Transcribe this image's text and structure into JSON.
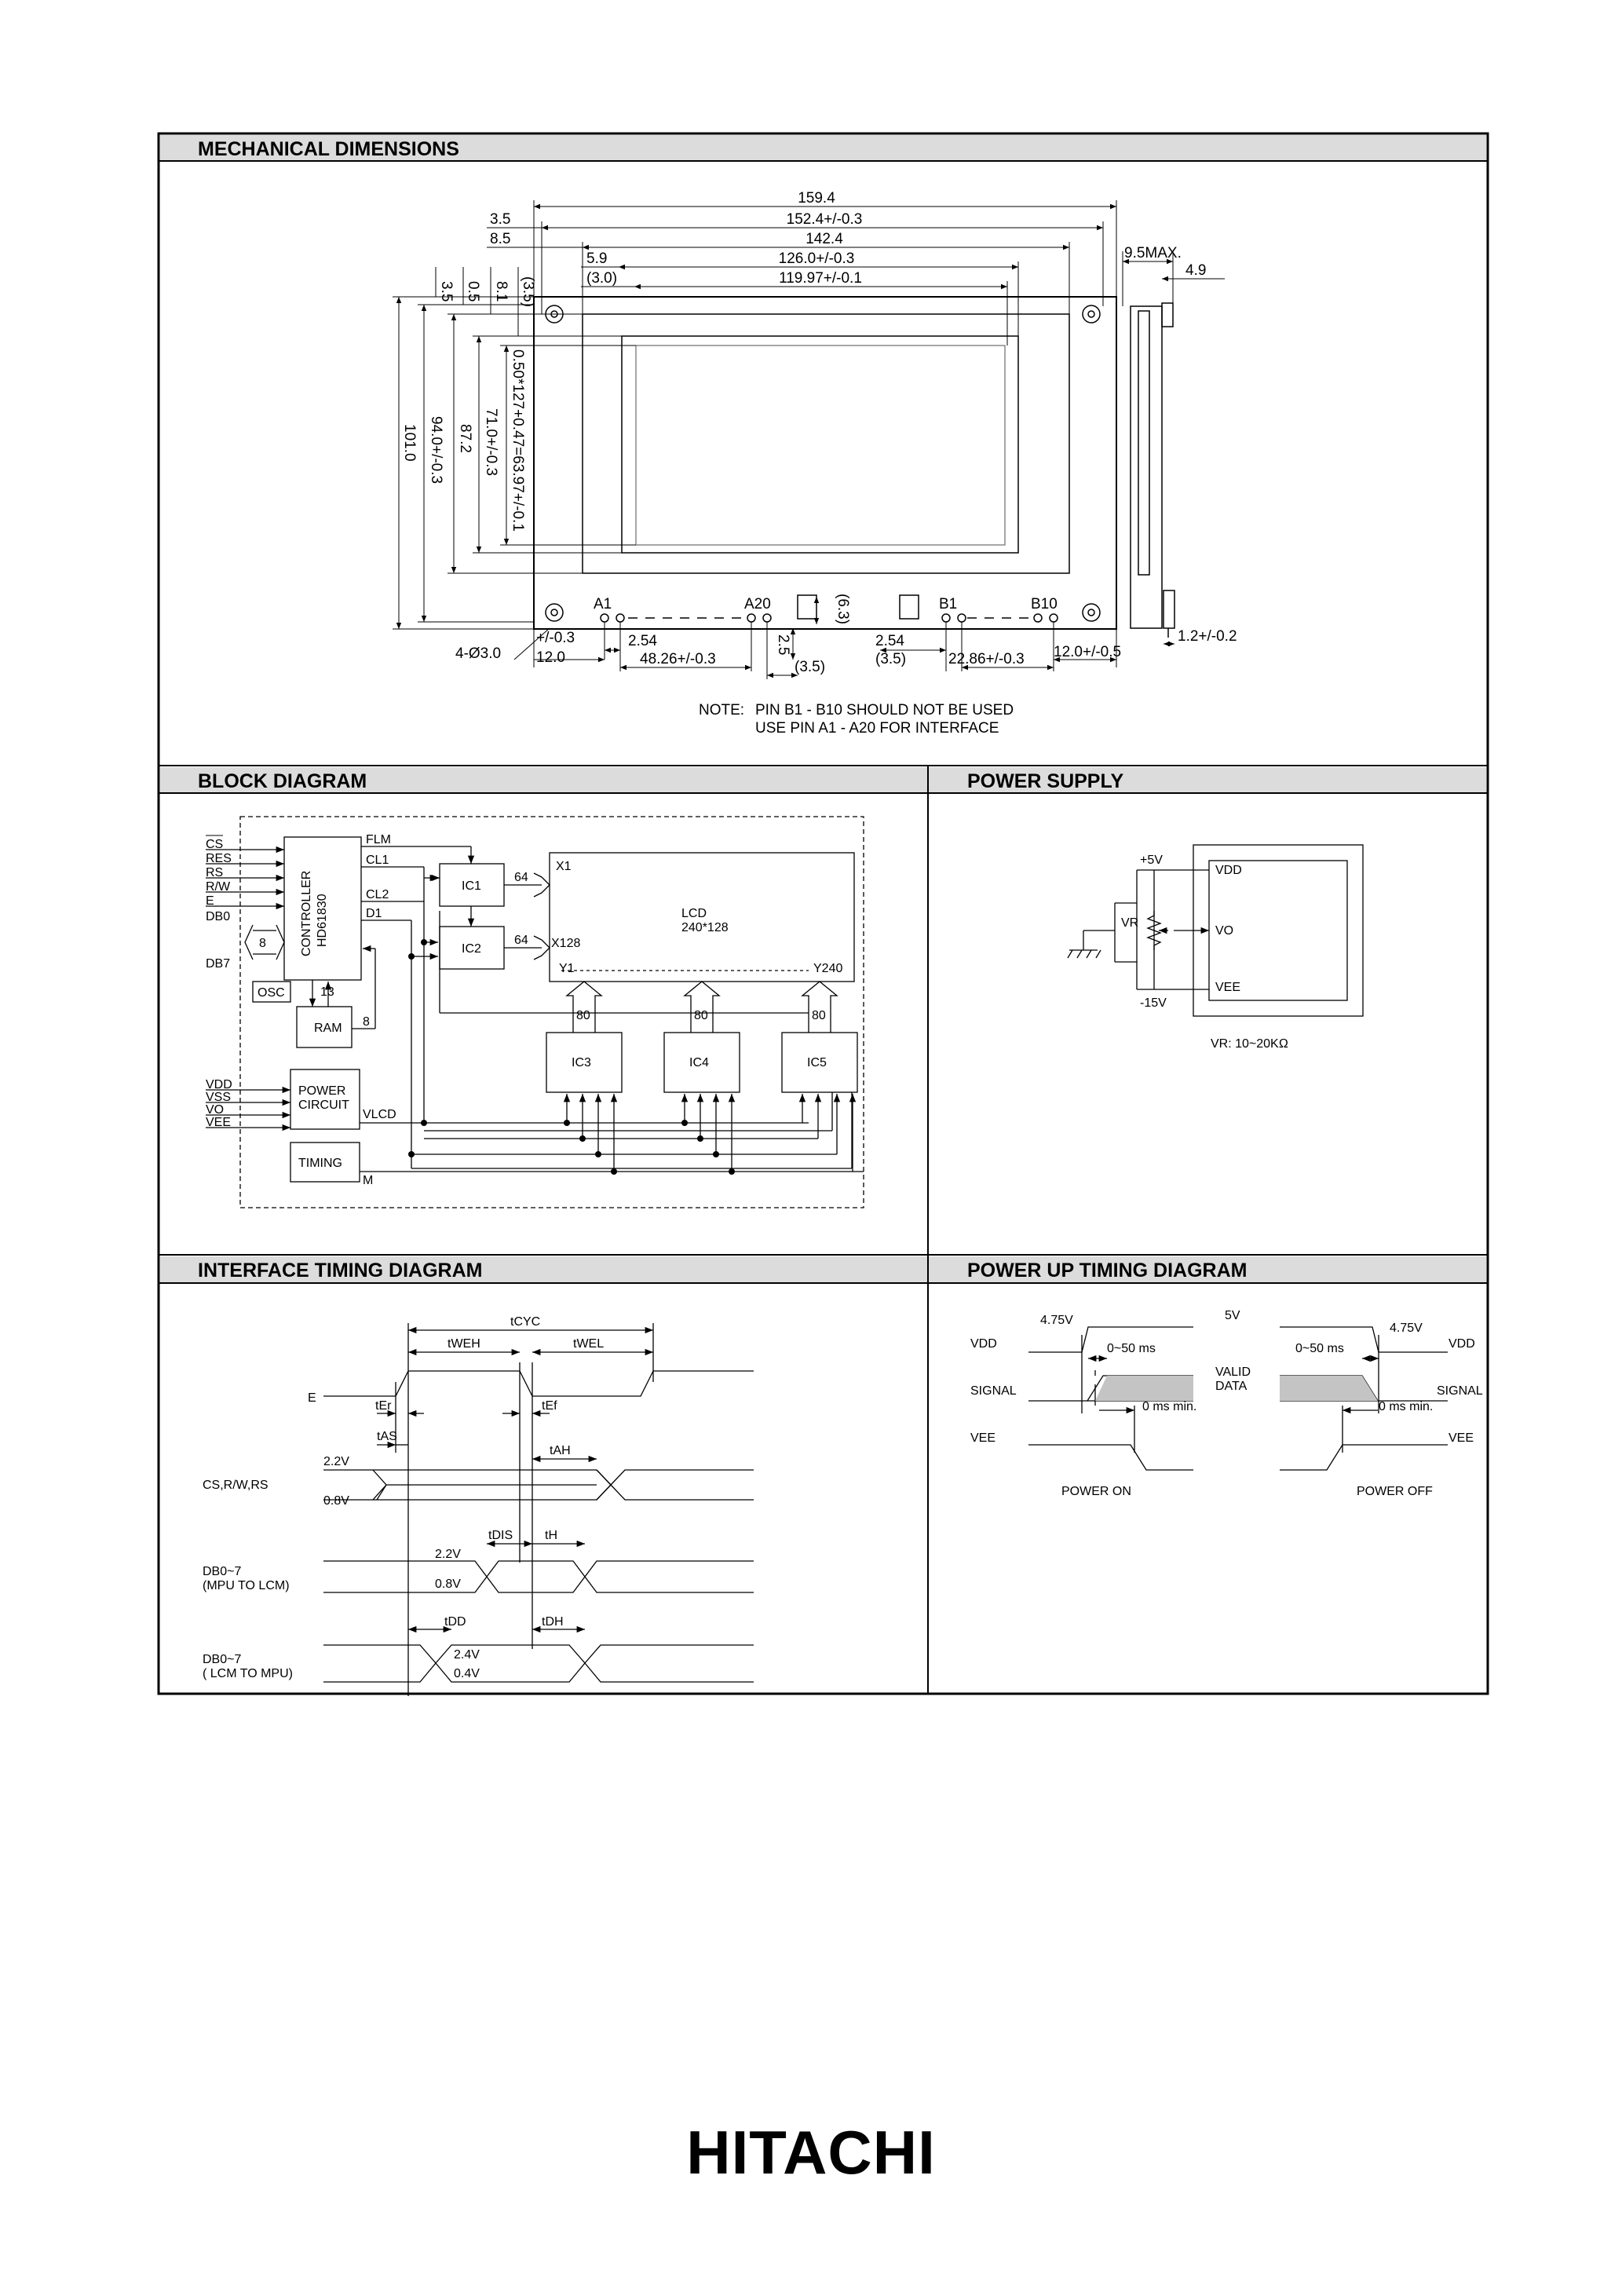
{
  "sections": {
    "mechanical": "MECHANICAL DIMENSIONS",
    "block": "BLOCK DIAGRAM",
    "power": "POWER SUPPLY",
    "interface": "INTERFACE TIMING DIAGRAM",
    "powerup": "POWER UP TIMING DIAGRAM"
  },
  "mechanical": {
    "top_dims": [
      "159.4",
      "152.4+/-0.3",
      "142.4",
      "126.0+/-0.3",
      "119.97+/-0.1"
    ],
    "left_top_dims": [
      "3.5",
      "8.5",
      "5.9",
      "(3.0)"
    ],
    "right_dims": [
      "9.5MAX.",
      "4.9"
    ],
    "vertical_dims": [
      "3.5",
      "0.5",
      "8.1",
      "(3.5)",
      "101.0",
      "94.0+/-0.3",
      "87.2",
      "71.0+/-0.3",
      "0.50*127+0.47=63.97+/-0.1"
    ],
    "pins": [
      "A1",
      "A20",
      "B1",
      "B10"
    ],
    "pin_gap": "(6.3)",
    "bottom_dims": [
      "4-Ø3.0",
      "+/-0.3",
      "12.0",
      "2.54",
      "48.26+/-0.3",
      "2.5",
      "(3.5)",
      "2.54",
      "(3.5)",
      "22.86+/-0.3",
      "12.0+/-0.5",
      "1.2+/-0.2"
    ],
    "note_label": "NOTE:",
    "note_line1": "PIN B1 - B10 SHOULD NOT BE USED",
    "note_line2": "USE PIN A1 - A20 FOR INTERFACE"
  },
  "block": {
    "inputs": [
      "CS",
      "RES",
      "RS",
      "R/W",
      "E",
      "DB0",
      "DB7"
    ],
    "bus_width_db": "8",
    "controller_line1": "CONTROLLER",
    "controller_line2": "HD61830",
    "signals": [
      "FLM",
      "CL1",
      "CL2",
      "D1"
    ],
    "osc": "OSC",
    "ram": "RAM",
    "bus_13": "13",
    "bus_8": "8",
    "ic1": "IC1",
    "ic2": "IC2",
    "ic3": "IC3",
    "ic4": "IC4",
    "ic5": "IC5",
    "bus_64": "64",
    "bus_80": "80",
    "lcd_title": "LCD",
    "lcd_size": "240*128",
    "x1": "X1",
    "x128": "X128",
    "y1": "Y1",
    "y240": "Y240",
    "power_inputs": [
      "VDD",
      "VSS",
      "VO",
      "VEE"
    ],
    "power_line1": "POWER",
    "power_line2": "CIRCUIT",
    "vlcd": "VLCD",
    "timing": "TIMING",
    "m": "M"
  },
  "power": {
    "plus5v": "+5V",
    "minus15v": "-15V",
    "vr": "VR",
    "vdd": "VDD",
    "vo": "VO",
    "vee": "VEE",
    "note": "VR:  10~20KΩ"
  },
  "interface": {
    "tcyc": "tCYC",
    "tweh": "tWEH",
    "twel": "tWEL",
    "e": "E",
    "ter": "tEr",
    "tef": "tEf",
    "tas": "tAS",
    "tah": "tAH",
    "cs": "CS,R/W,RS",
    "v22a": "2.2V",
    "v08a": "0.8V",
    "tdis": "tDIS",
    "th": "tH",
    "db_in1": "DB0~7",
    "db_in2": "(MPU TO LCM)",
    "v22b": "2.2V",
    "v08b": "0.8V",
    "tdd": "tDD",
    "tdh": "tDH",
    "db_out1": "DB0~7",
    "db_out2": "( LCM TO MPU)",
    "v24": "2.4V",
    "v04": "0.4V"
  },
  "powerup": {
    "v475a": "4.75V",
    "v475b": "4.75V",
    "v5": "5V",
    "vdd_l": "VDD",
    "vdd_r": "VDD",
    "ms50a": "0~50 ms",
    "ms50b": "0~50 ms",
    "valid1": "VALID",
    "valid2": "DATA",
    "signal_l": "SIGNAL",
    "signal_r": "SIGNAL",
    "msmin_a": "0 ms min.",
    "msmin_b": "0 ms min.",
    "vee_l": "VEE",
    "vee_r": "VEE",
    "on": "POWER ON",
    "off": "POWER OFF"
  },
  "brand": "HITACHI"
}
